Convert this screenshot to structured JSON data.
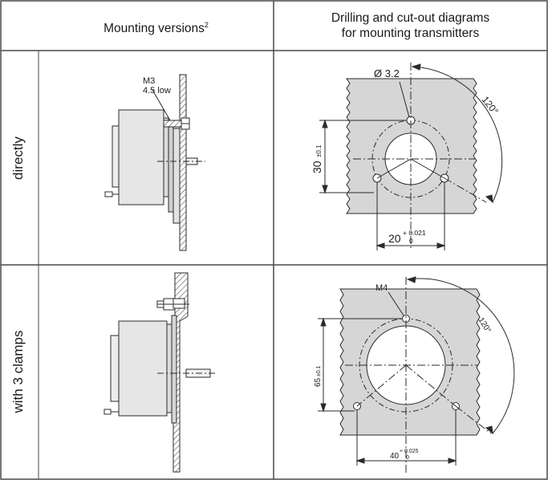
{
  "header": {
    "col1": "Mounting versions",
    "col1_sup": "2",
    "col2_line1": "Drilling and cut-out diagrams",
    "col2_line2": "for mounting transmitters"
  },
  "rows": [
    {
      "label": "directly",
      "mount_callout_1": "M3",
      "mount_callout_2": "4.5 low",
      "hole_diameter": "Ø 3.2",
      "angle": "120°",
      "vertical_dim": "30",
      "vertical_tol": "±0.1",
      "horizontal_dim": "20",
      "horizontal_tol_upper": "+ 0.021",
      "horizontal_tol_lower": "0"
    },
    {
      "label": "with 3 clamps",
      "thread": "M4",
      "angle": "120°",
      "vertical_dim": "65",
      "vertical_tol": "±0.1",
      "horizontal_dim": "40",
      "horizontal_tol_upper": "+ 0.025",
      "horizontal_tol_lower": "0"
    }
  ],
  "colors": {
    "grid": "#4a4a4a",
    "plate": "#d6d6d6",
    "body": "#e4e4e4",
    "line": "#2b2b2b"
  }
}
